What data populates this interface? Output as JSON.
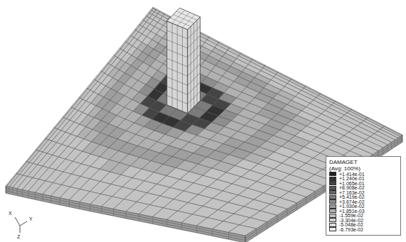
{
  "diagram": {
    "labels": [
      "DAMAGET",
      "(Avg: 100%)",
      "X",
      "Y",
      "Z"
    ],
    "legend": [
      {
        "text": "+1.414e-01",
        "color": "#202020"
      },
      {
        "text": "+1.240e-01",
        "color": "#323232"
      },
      {
        "text": "+1.065e-01",
        "color": "#444444"
      },
      {
        "text": "+8.908e-02",
        "color": "#575757"
      },
      {
        "text": "+7.163e-02",
        "color": "#696969"
      },
      {
        "text": "+5.419e-02",
        "color": "#7b7b7b"
      },
      {
        "text": "+3.674e-02",
        "color": "#8d8d8d"
      },
      {
        "text": "+1.930e-02",
        "color": "#9f9f9f"
      },
      {
        "text": "+1.851e-03",
        "color": "#b1b1b1"
      },
      {
        "text": "-1.559e-02",
        "color": "#c3c3c3"
      },
      {
        "text": "-3.304e-02",
        "color": "#d2d2d2"
      },
      {
        "text": "-5.048e-02",
        "color": "#dedede"
      },
      {
        "text": "-6.793e-02",
        "color": "#ececec"
      }
    ]
  }
}
